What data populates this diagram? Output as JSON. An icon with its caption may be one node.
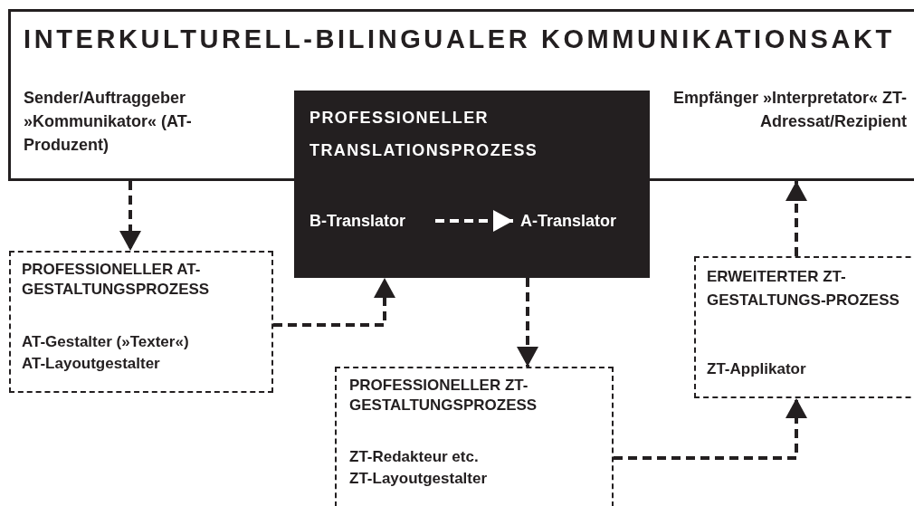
{
  "diagram": {
    "nodes": [
      {
        "text": [
          "INTERKULTURELL-BILINGUALER KOMMUNIKATIONSAKT",
          "Sender/Auftraggeber »Kommunikator« (AT-Produzent)",
          "Empfänger »Interpretator« ZT-Adressat/Rezipient"
        ]
      },
      {
        "text": [
          "PROFESSIONELLER TRANSLATIONSPROZESS"
        ]
      },
      {
        "text": [
          "B-Translator"
        ],
        "in": 1
      },
      {
        "text": [
          "A-Translator"
        ],
        "in": 1
      },
      {
        "text": [
          "PROFESSIONELLER AT-GESTALTUNGSPROZESS",
          "AT-Gestalter (»Texter«)",
          "AT-Layoutgestalter"
        ]
      },
      {
        "text": [
          "PROFESSIONELLER ZT-GESTALTUNGSPROZESS",
          "ZT-Redakteur etc.",
          "ZT-Layoutgestalter"
        ]
      },
      {
        "text": [
          "ERWEITERTER ZT-GESTALTUNGS-PROZESS",
          "ZT-Applikator"
        ]
      }
    ],
    "edges": [
      {
        "from": 0,
        "to": 4,
        "arrow": "to",
        "style": "dashed"
      },
      {
        "from": 4,
        "to": 1,
        "arrow": "to",
        "style": "dashed"
      },
      {
        "from": 2,
        "to": 3,
        "arrow": "to",
        "style": "dashed",
        "color": "#ffffff"
      },
      {
        "from": 1,
        "to": 5,
        "arrow": "to",
        "style": "dashed"
      },
      {
        "from": 5,
        "to": 6,
        "arrow": "to",
        "style": "dashed"
      },
      {
        "from": 6,
        "to": 0,
        "arrow": "to",
        "style": "dashed"
      }
    ]
  }
}
